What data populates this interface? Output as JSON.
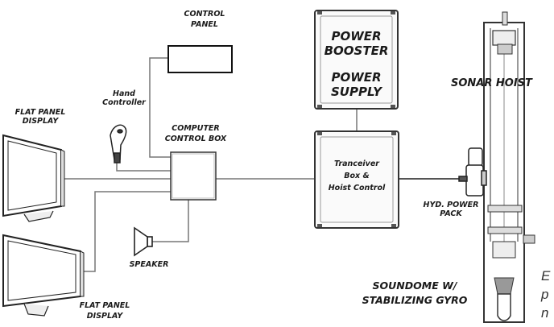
{
  "labels": {
    "control_panel": [
      "CONTROL",
      "PANEL"
    ],
    "power_booster": "POWER BOOSTER",
    "power_supply": "POWER SUPPLY",
    "sonar_hoist": "SONAR HOIST",
    "flat_panel_display_top": [
      "FLAT PANEL",
      "DISPLAY"
    ],
    "hand_controller": [
      "Hand",
      "Controller"
    ],
    "computer_control_box": [
      "COMPUTER",
      "CONTROL BOX"
    ],
    "tranceiver": [
      "Tranceiver",
      "Box &",
      "Hoist Control"
    ],
    "hyd_power_pack": [
      "HYD. POWER",
      "PACK"
    ],
    "speaker": "SPEAKER",
    "soundome": [
      "SOUNDOME W/",
      "STABILIZING GYRO"
    ],
    "flat_panel_display_bottom": [
      "FLAT PANEL",
      "DISPLAY"
    ]
  },
  "cut_off_caption": [
    "E",
    "p",
    "n"
  ]
}
